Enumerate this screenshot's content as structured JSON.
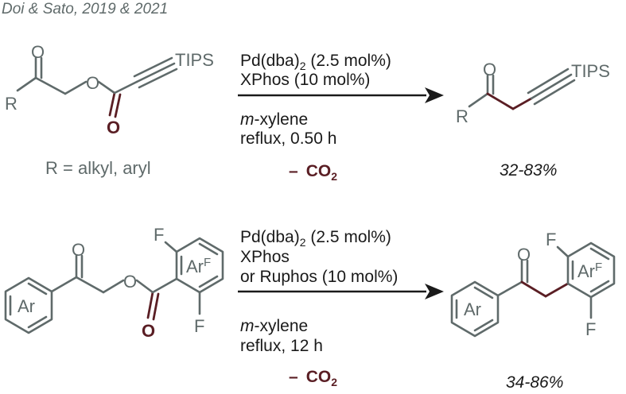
{
  "citation": "Doi & Sato, 2019 & 2021",
  "reaction1": {
    "substituent": "R",
    "atom_O": "O",
    "group": "TIPS",
    "r_definition": "R = alkyl, aryl",
    "conditions": {
      "catalyst_main": "Pd(dba)",
      "catalyst_sub": "2",
      "catalyst_rest": " (2.5 mol%)",
      "ligand": "XPhos (10 mol%)",
      "solvent_prefix": "m",
      "solvent_rest": "-xylene",
      "temperature_time": "reflux, 0.50 h",
      "minus": "–",
      "byproduct_main": "CO",
      "byproduct_sub": "2"
    },
    "yield": "32-83%"
  },
  "reaction2": {
    "aryl": "Ar",
    "fluoroaryl_main": "Ar",
    "fluoroaryl_sup": "F",
    "atom_O": "O",
    "atom_F": "F",
    "conditions": {
      "catalyst_main": "Pd(dba)",
      "catalyst_sub": "2",
      "catalyst_rest": " (2.5 mol%)",
      "ligand_1": "XPhos",
      "ligand_2": "or Ruphos (10 mol%)",
      "solvent_prefix": "m",
      "solvent_rest": "-xylene",
      "temperature_time": "reflux, 12 h",
      "minus": "–",
      "byproduct_main": "CO",
      "byproduct_sub": "2"
    },
    "yield": "34-86%"
  },
  "colors": {
    "structure": "#5f6a6a",
    "text": "#1a1a1a",
    "highlight": "#5a1e24"
  }
}
